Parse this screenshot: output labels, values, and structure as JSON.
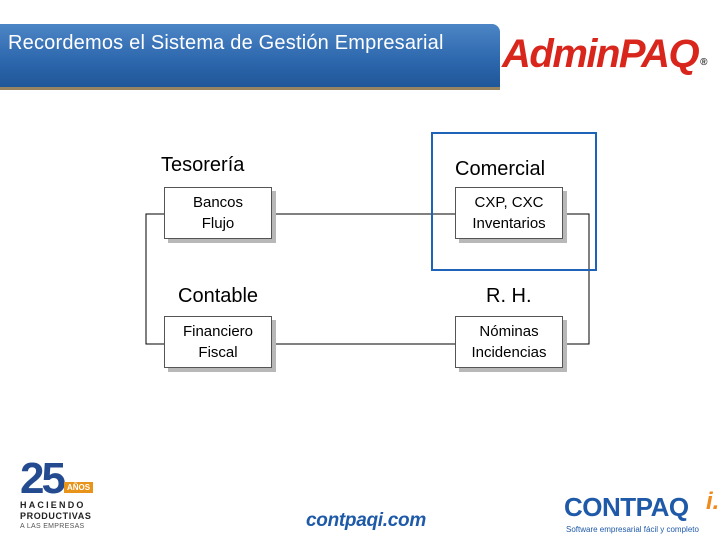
{
  "header": {
    "title": "Recordemos el Sistema de Gestión Empresarial",
    "brand": "AdminPAQ",
    "brand_reg": "®"
  },
  "diagram": {
    "labels": {
      "tesoreria": "Tesorería",
      "comercial": "Comercial",
      "contable": "Contable",
      "rh": "R. H."
    },
    "nodes": {
      "tesoreria": [
        "Bancos",
        "Flujo"
      ],
      "comercial": [
        "CXP, CXC",
        "Inventarios"
      ],
      "contable": [
        "Financiero",
        "Fiscal"
      ],
      "rh": [
        "Nóminas",
        "Incidencias"
      ]
    }
  },
  "footer": {
    "anniversary_number": "25",
    "anniversary_badge": "AÑOS",
    "anniversary_line1": "HACIENDO",
    "anniversary_line2": "PRODUCTIVAS",
    "anniversary_line3": "A LAS EMPRESAS",
    "website": "contpaqi.com",
    "brand": "CONTPAQ",
    "brand_i": "i.",
    "tagline": "Software empresarial fácil y completo"
  },
  "colors": {
    "banner": "#2d67ad",
    "highlight": "#1e63b8",
    "brand_red": "#d8261c",
    "brand_blue": "#1f5aa8",
    "accent_orange": "#f08a1c"
  }
}
